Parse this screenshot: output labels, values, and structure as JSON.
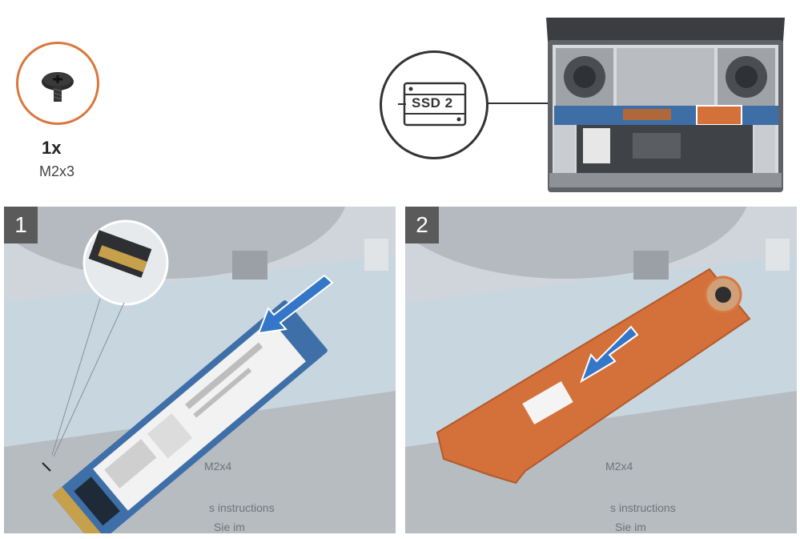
{
  "screw": {
    "quantity": "1x",
    "size": "M2x3"
  },
  "callout": {
    "ssd_label": "SSD 2"
  },
  "steps": [
    {
      "number": "1",
      "board_label": "M2x4",
      "board_text": "s instructions",
      "board_text2": "Sie im"
    },
    {
      "number": "2",
      "board_label": "M2x4",
      "board_text": "s instructions",
      "board_text2": "Sie im"
    }
  ],
  "colors": {
    "accent": "#d9773f",
    "copper": "#d4703a",
    "ssd_blue": "#3f6fa8",
    "badge": "#5a5a5a"
  },
  "icons": [
    "screw-icon",
    "ssd-icon",
    "push-arrow-icon",
    "slide-arrow-icon"
  ]
}
